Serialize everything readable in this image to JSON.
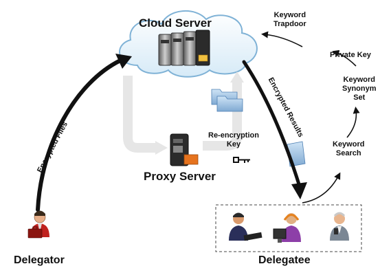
{
  "nodes": {
    "cloud_server": "Cloud Server",
    "proxy_server": "Proxy Server",
    "delegator": "Delegator",
    "delegatee": "Delegatee"
  },
  "edges": {
    "encrypted_files": "Encrypted Files",
    "encrypted_results": "Encrypted Results",
    "reencryption_key_line1": "Re-encryption",
    "reencryption_key_line2": "Key",
    "keyword_trapdoor_line1": "Keyword",
    "keyword_trapdoor_line2": "Trapdoor",
    "private_key": "Private Key",
    "keyword_synonym_set_line1": "Keyword",
    "keyword_synonym_set_line2": "Synonym",
    "keyword_synonym_set_line3": "Set",
    "keyword_search_line1": "Keyword",
    "keyword_search_line2": "Search"
  },
  "icons": {
    "cloud": "cloud-icon",
    "server_rack": "server-rack-icon",
    "proxy": "proxy-server-icon",
    "folder": "folder-icon",
    "key": "key-icon",
    "delegator_person": "person-with-briefcase-icon",
    "delegatee_people": "people-group-icon"
  },
  "colors": {
    "arrow": "#111111",
    "gray_arrow": "#e6e6e6",
    "cloud_fill": "#e9f4fb",
    "cloud_stroke": "#7fb2d6"
  }
}
